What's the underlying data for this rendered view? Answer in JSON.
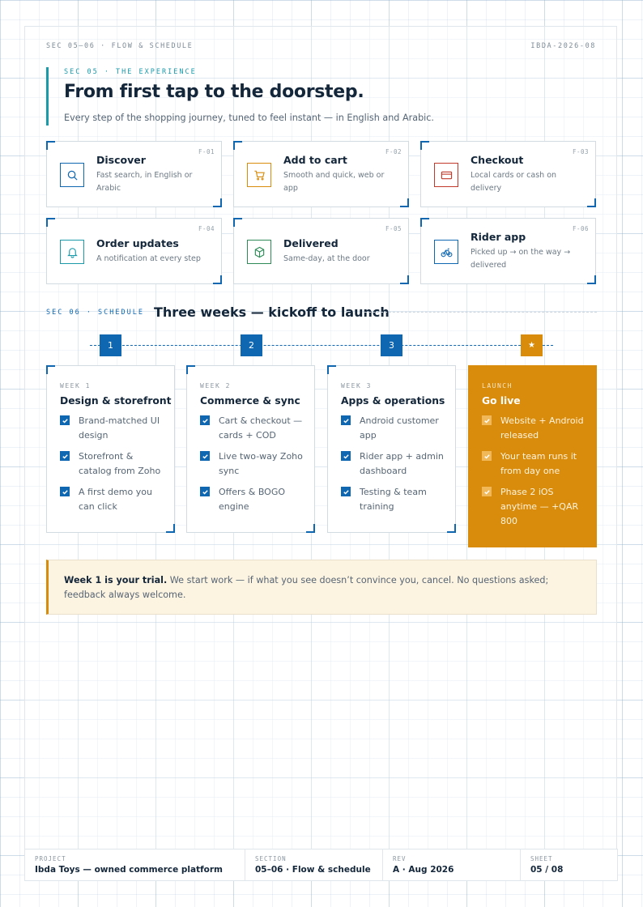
{
  "meta": {
    "section_label": "SEC 05–06 · FLOW & SCHEDULE",
    "doc_code": "IBDA-2026-08"
  },
  "experience": {
    "kicker": "SEC 05 · THE EXPERIENCE",
    "title": "From first tap to the doorstep.",
    "subtitle": "Every step of the shopping journey, tuned to feel instant — in English and Arabic.",
    "features": [
      {
        "code": "F-01",
        "title": "Discover",
        "desc": "Fast search, in English or Arabic",
        "icon": "search-icon",
        "color": "#0f67b1"
      },
      {
        "code": "F-02",
        "title": "Add to cart",
        "desc": "Smooth and quick, web or app",
        "icon": "cart-icon",
        "color": "#d98b0b"
      },
      {
        "code": "F-03",
        "title": "Checkout",
        "desc": "Local cards or cash on delivery",
        "icon": "credit-card-icon",
        "color": "#c0392b"
      },
      {
        "code": "F-04",
        "title": "Order updates",
        "desc": "A notification at every step",
        "icon": "bell-icon",
        "color": "#1b9aaa"
      },
      {
        "code": "F-05",
        "title": "Delivered",
        "desc": "Same-day, at the door",
        "icon": "package-icon",
        "color": "#2e8b57"
      },
      {
        "code": "F-06",
        "title": "Rider app",
        "desc": "Picked up → on the way → delivered",
        "icon": "bike-icon",
        "color": "#0f67b1"
      }
    ]
  },
  "schedule": {
    "label": "SEC 06 · SCHEDULE",
    "title": "Three weeks — kickoff to launch",
    "steps": [
      "1",
      "2",
      "3",
      "★"
    ],
    "weeks": [
      {
        "label": "WEEK 1",
        "title": "Design & storefront",
        "items": [
          "Brand-matched UI design",
          "Storefront & catalog from Zoho",
          "A first demo you can click"
        ]
      },
      {
        "label": "WEEK 2",
        "title": "Commerce & sync",
        "items": [
          "Cart & checkout — cards + COD",
          "Live two-way Zoho sync",
          "Offers & BOGO engine"
        ]
      },
      {
        "label": "WEEK 3",
        "title": "Apps & operations",
        "items": [
          "Android customer app",
          "Rider app + admin dashboard",
          "Testing & team training"
        ]
      },
      {
        "label": "LAUNCH",
        "title": "Go live",
        "items": [
          "Website + Android released",
          "Your team runs it from day one",
          "Phase 2 iOS anytime — +QAR 800"
        ]
      }
    ]
  },
  "note": {
    "lead": "Week 1 is your trial.",
    "body": " We start work — if what you see doesn’t convince you, cancel. No questions asked; feedback always welcome."
  },
  "footer": [
    {
      "key": "PROJECT",
      "value": "Ibda Toys — owned commerce platform"
    },
    {
      "key": "SECTION",
      "value": "05–06 · Flow & schedule"
    },
    {
      "key": "REV",
      "value": "A · Aug 2026"
    },
    {
      "key": "SHEET",
      "value": "05 / 08"
    }
  ],
  "colors": {
    "primary": "#0f67b1",
    "accent": "#d98b0b",
    "teal": "#1b9aaa",
    "ink": "#13263a"
  }
}
